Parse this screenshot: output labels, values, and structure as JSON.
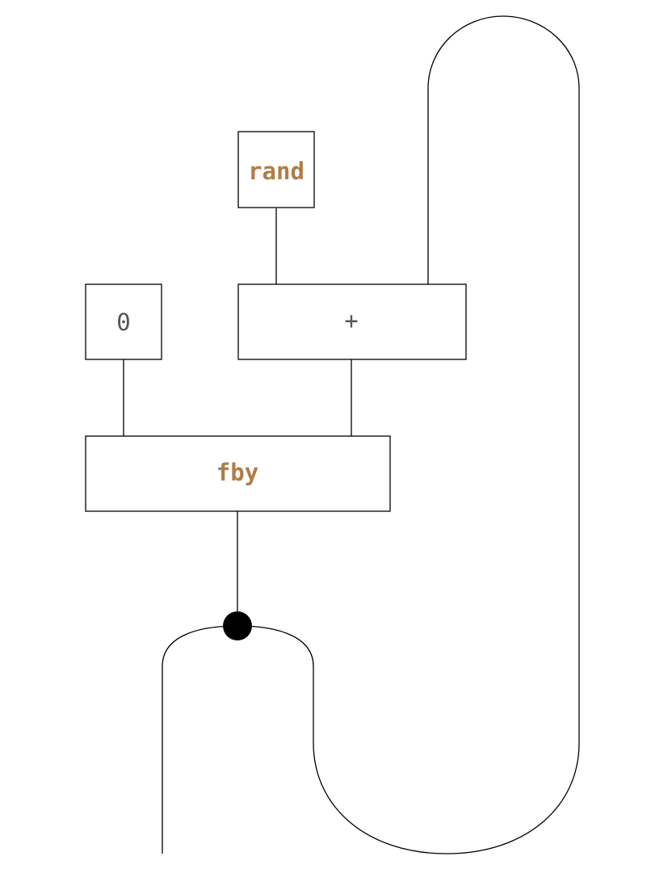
{
  "nodes": {
    "rand": {
      "label": "rand",
      "kind": "keyword"
    },
    "zero": {
      "label": "0",
      "kind": "operator"
    },
    "plus": {
      "label": "+",
      "kind": "operator"
    },
    "fby": {
      "label": "fby",
      "kind": "keyword"
    }
  },
  "colors": {
    "keyword": "#b07d48",
    "operator": "#555555",
    "line": "#000000"
  }
}
